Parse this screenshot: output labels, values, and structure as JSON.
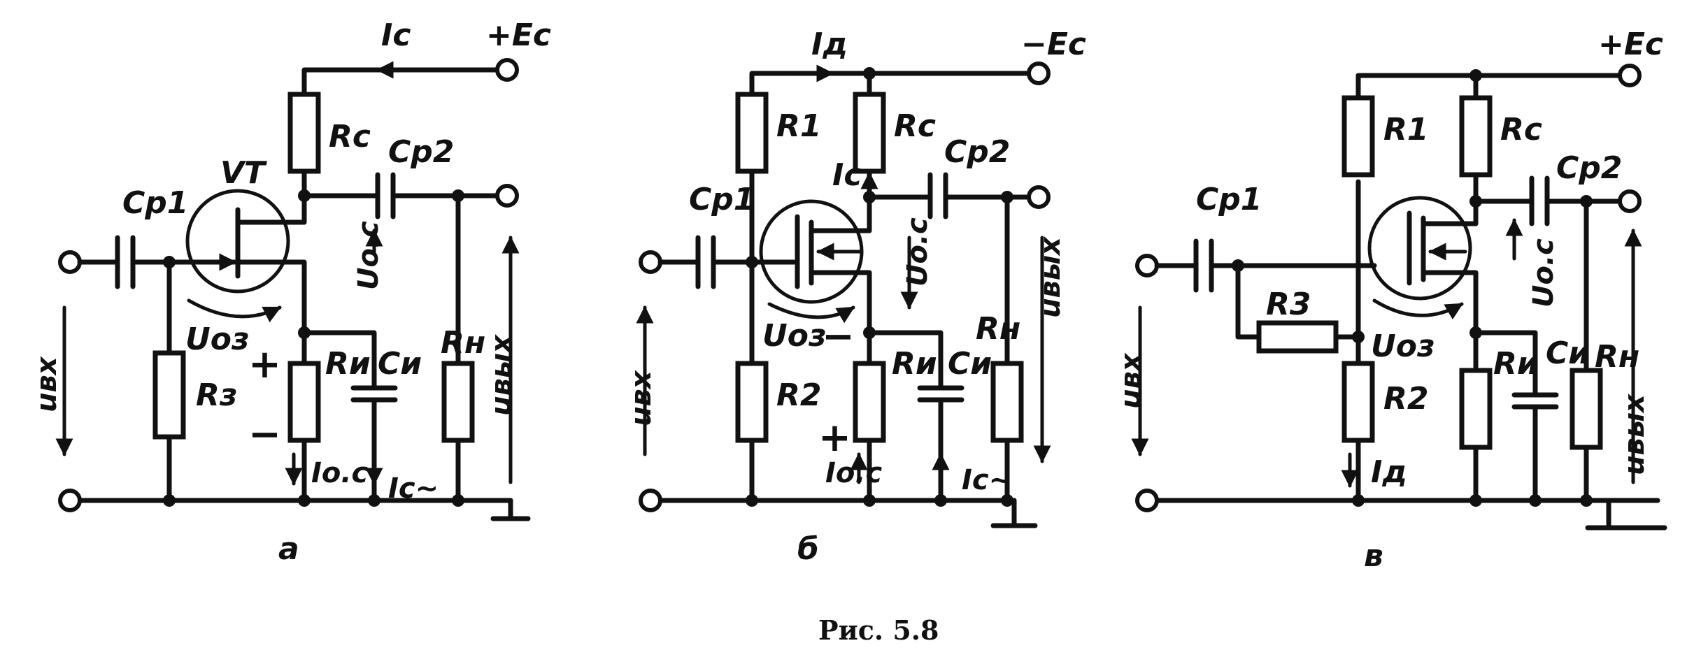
{
  "caption": "Рис. 5.8",
  "circuit_a": {
    "tag": "а",
    "labels": {
      "ic": "Ic",
      "supply": "+Ec",
      "rc": "Rc",
      "vt": "VT",
      "cp2": "Cp2",
      "cp1": "Cp1",
      "uoc": "Uo.c",
      "uoz": "Uoз",
      "rz": "Rз",
      "plus": "+",
      "minus": "−",
      "ri": "Rи",
      "ci": "Cи",
      "rn": "Rн",
      "uvh": "uвх",
      "uvyh": "uвых",
      "ioc": "Io.c",
      "icac": "Ic~"
    }
  },
  "circuit_b": {
    "tag": "б",
    "labels": {
      "id": "Iд",
      "supply": "−Ec",
      "r1": "R1",
      "rc": "Rc",
      "cp2": "Cp2",
      "ic": "Ic",
      "cp1": "Cp1",
      "uoc": "Uo.c",
      "uoz": "Uoз",
      "minus": "−",
      "plus": "+",
      "ri": "Rи",
      "ci": "Cи",
      "rn": "Rн",
      "uvyh": "uвых",
      "uvh": "uвх",
      "r2": "R2",
      "ioc": "Io.c",
      "icac": "Ic~"
    }
  },
  "circuit_c": {
    "tag": "в",
    "labels": {
      "supply": "+Ec",
      "r1": "R1",
      "rc": "Rc",
      "cp2": "Cp2",
      "cp1": "Cp1",
      "uoc": "Uo.c",
      "r3": "R3",
      "uoz": "Uoз",
      "ri": "Rи",
      "ci": "Cи",
      "rn": "Rн",
      "uvh": "uвх",
      "r2": "R2",
      "id": "Iд",
      "uvyh": "uвых"
    }
  }
}
